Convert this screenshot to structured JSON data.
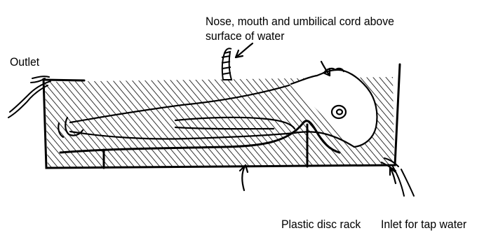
{
  "labels": {
    "nose_line1": "Nose, mouth and umbilical cord above",
    "nose_line2": "surface of water",
    "outlet": "Outlet",
    "rack": "Plastic disc rack",
    "inlet": "Inlet for tap water"
  }
}
